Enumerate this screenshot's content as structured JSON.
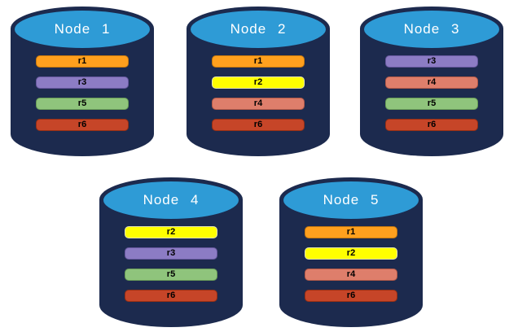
{
  "diagram": {
    "background": "#FFFFFF",
    "node_style": {
      "body_color": "#1C2A4E",
      "top_color": "#2E9BD6",
      "label_color": "#FFFFFF",
      "bar_text_color": "#000000"
    },
    "replica_colors": {
      "r1": {
        "fill": "#FFA01E",
        "border": "#C8790E"
      },
      "r2": {
        "fill": "#FFFF00",
        "border": "#E8E8B0"
      },
      "r3": {
        "fill": "#8C7CC4",
        "border": "#67589E"
      },
      "r4": {
        "fill": "#DE7E6B",
        "border": "#B45A48"
      },
      "r5": {
        "fill": "#8FC47C",
        "border": "#699C57"
      },
      "r6": {
        "fill": "#C64528",
        "border": "#952F15"
      }
    },
    "nodes": [
      {
        "label": "Node 1",
        "replicas": [
          "r1",
          "r3",
          "r5",
          "r6"
        ]
      },
      {
        "label": "Node 2",
        "replicas": [
          "r1",
          "r2",
          "r4",
          "r6"
        ]
      },
      {
        "label": "Node 3",
        "replicas": [
          "r3",
          "r4",
          "r5",
          "r6"
        ]
      },
      {
        "label": "Node 4",
        "replicas": [
          "r2",
          "r3",
          "r5",
          "r6"
        ]
      },
      {
        "label": "Node 5",
        "replicas": [
          "r1",
          "r2",
          "r4",
          "r6"
        ]
      }
    ]
  }
}
